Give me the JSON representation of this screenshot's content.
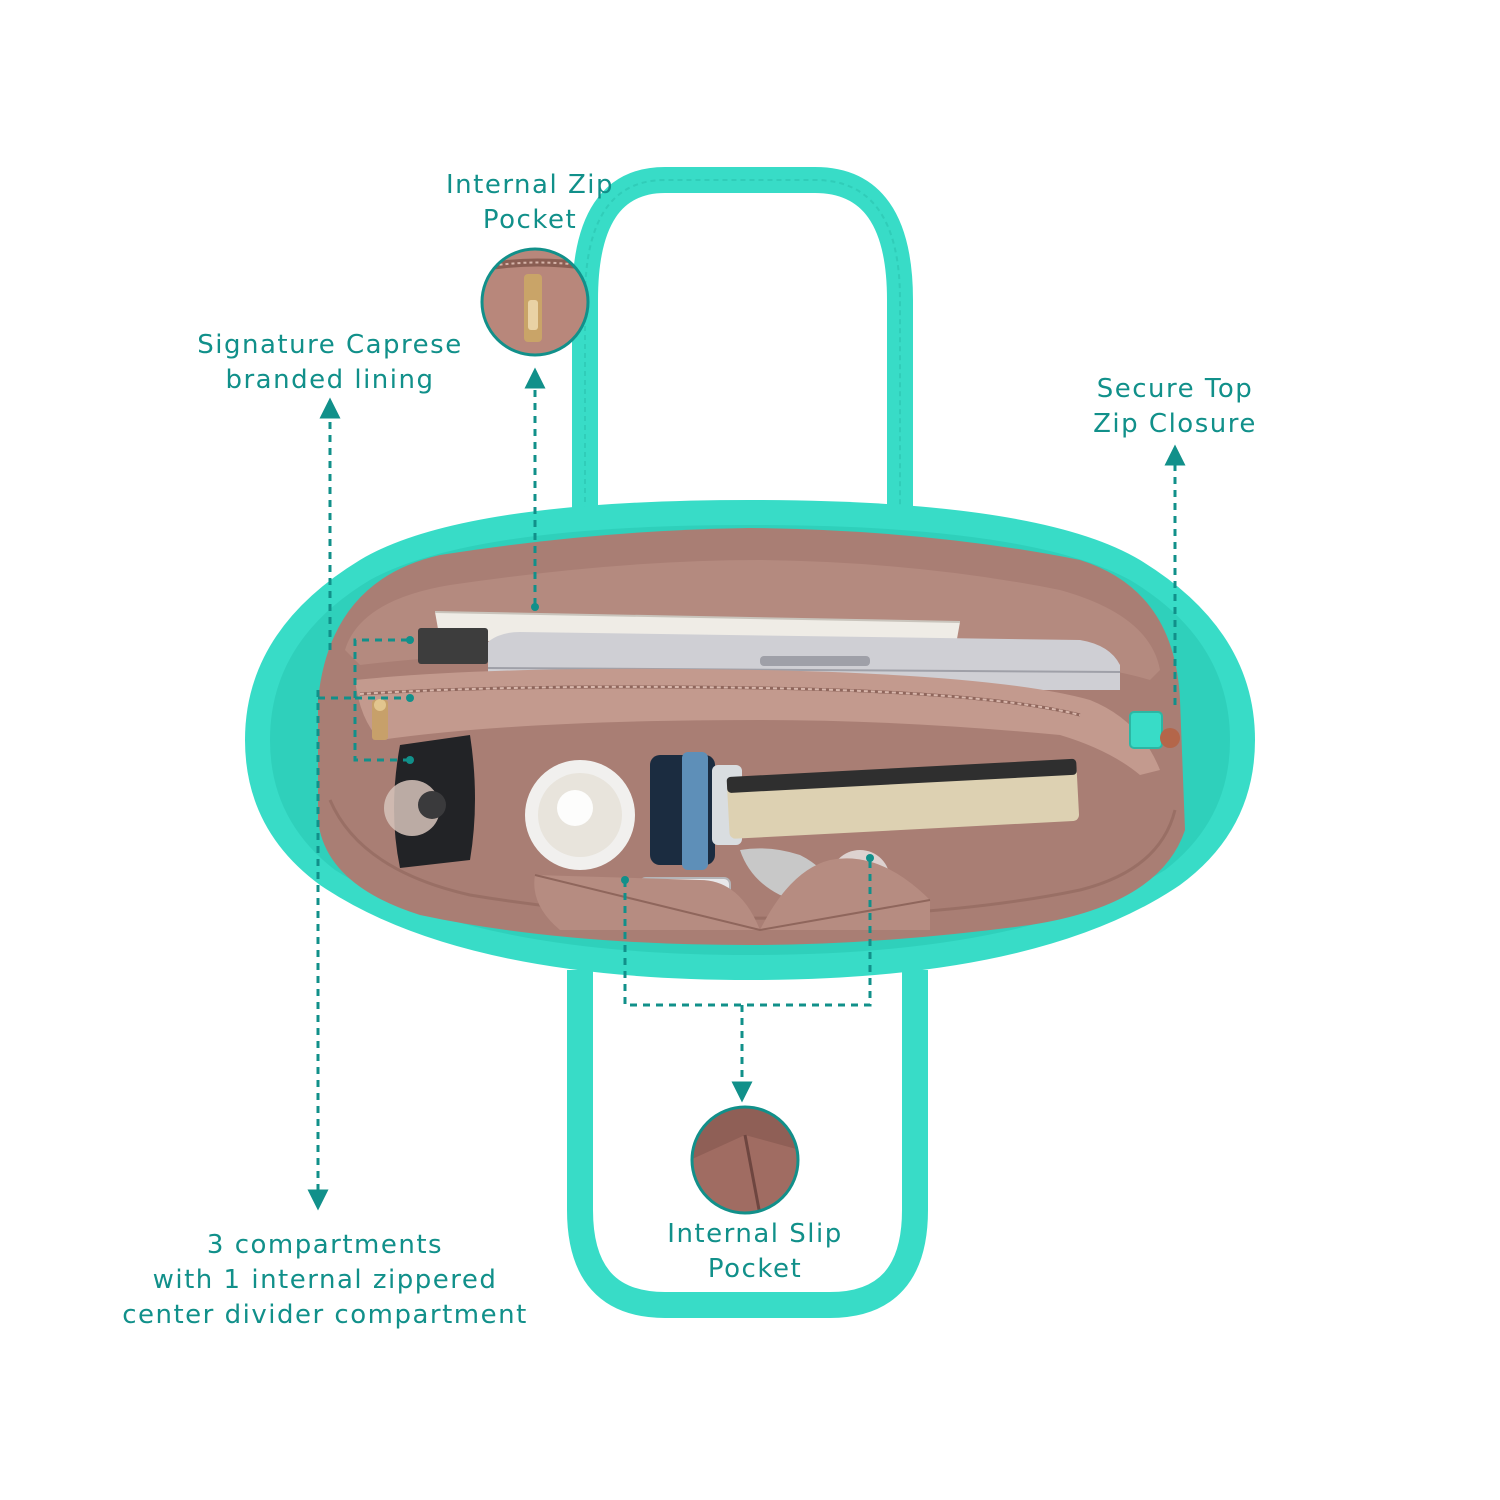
{
  "colors": {
    "accent": "#11908a",
    "bag_teal": "#38dcc7",
    "lining": "#a97e74",
    "background": "#ffffff"
  },
  "callouts": {
    "internal_zip_pocket": {
      "lines": [
        "Internal Zip",
        "Pocket"
      ]
    },
    "signature_lining": {
      "lines": [
        "Signature Caprese",
        "branded lining"
      ]
    },
    "secure_top_zip": {
      "lines": [
        "Secure Top",
        "Zip Closure"
      ]
    },
    "compartments": {
      "lines": [
        "3 compartments",
        "with 1 internal zippered",
        "center divider compartment"
      ]
    },
    "internal_slip_pocket": {
      "lines": [
        "Internal Slip",
        "Pocket"
      ]
    }
  }
}
